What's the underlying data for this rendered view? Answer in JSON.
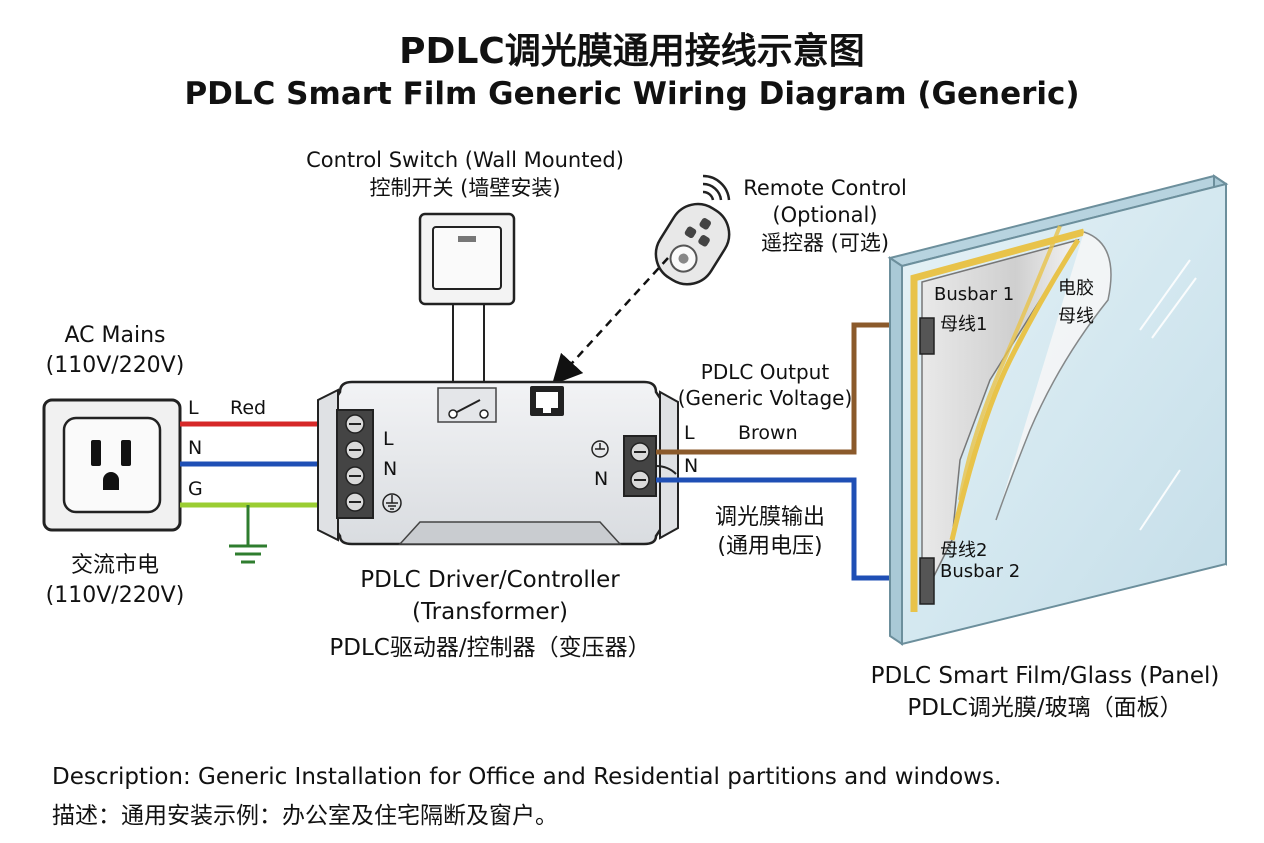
{
  "title": {
    "zh": "PDLC调光膜通用接线示意图",
    "en": "PDLC Smart Film Generic Wiring Diagram (Generic)"
  },
  "ac_mains": {
    "en_line1": "AC Mains",
    "en_line2": "(110V/220V)",
    "zh_line1": "交流市电",
    "zh_line2": "(110V/220V)",
    "terminal_l": "L",
    "terminal_n": "N",
    "terminal_g": "G",
    "wire_l_color": "Red"
  },
  "control_switch": {
    "en": "Control Switch (Wall Mounted)",
    "zh": "控制开关 (墙壁安装)"
  },
  "remote": {
    "en_line1": "Remote Control",
    "en_line2": "(Optional)",
    "zh": "遥控器 (可选)"
  },
  "driver": {
    "en_line1": "PDLC Driver/Controller",
    "en_line2": "(Transformer)",
    "zh": "PDLC驱动器/控制器（变压器）",
    "in_l": "L",
    "in_n": "N",
    "out_n": "N"
  },
  "output": {
    "en_line1": "PDLC Output",
    "en_line2": "(Generic Voltage)",
    "zh_line1": "调光膜输出",
    "zh_line2": "(通用电压)",
    "terminal_l": "L",
    "terminal_n": "N",
    "wire_l_color": "Brown"
  },
  "panel": {
    "busbar1_en": "Busbar 1",
    "busbar1_zh": "母线1",
    "busbar2_en": "Busbar 2",
    "busbar2_zh": "母线2",
    "film_zh_line1": "电胶",
    "film_zh_line2": "母线",
    "en": "PDLC Smart Film/Glass (Panel)",
    "zh": "PDLC调光膜/玻璃（面板）"
  },
  "description": {
    "en": "Description: Generic Installation for Office and Residential partitions and windows.",
    "zh": "描述：通用安装示例：办公室及住宅隔断及窗户。"
  },
  "colors": {
    "red_wire": "#d62828",
    "blue_wire": "#1f4fb5",
    "ground_wire": "#9acd32",
    "brown_wire": "#8b5a2b",
    "glass": "#cfe4ee",
    "busbar": "#e8c34a"
  },
  "icons": [
    "outlet-icon",
    "ground-icon",
    "switch-icon",
    "remote-icon",
    "rj45-icon",
    "wireless-signal-icon"
  ]
}
